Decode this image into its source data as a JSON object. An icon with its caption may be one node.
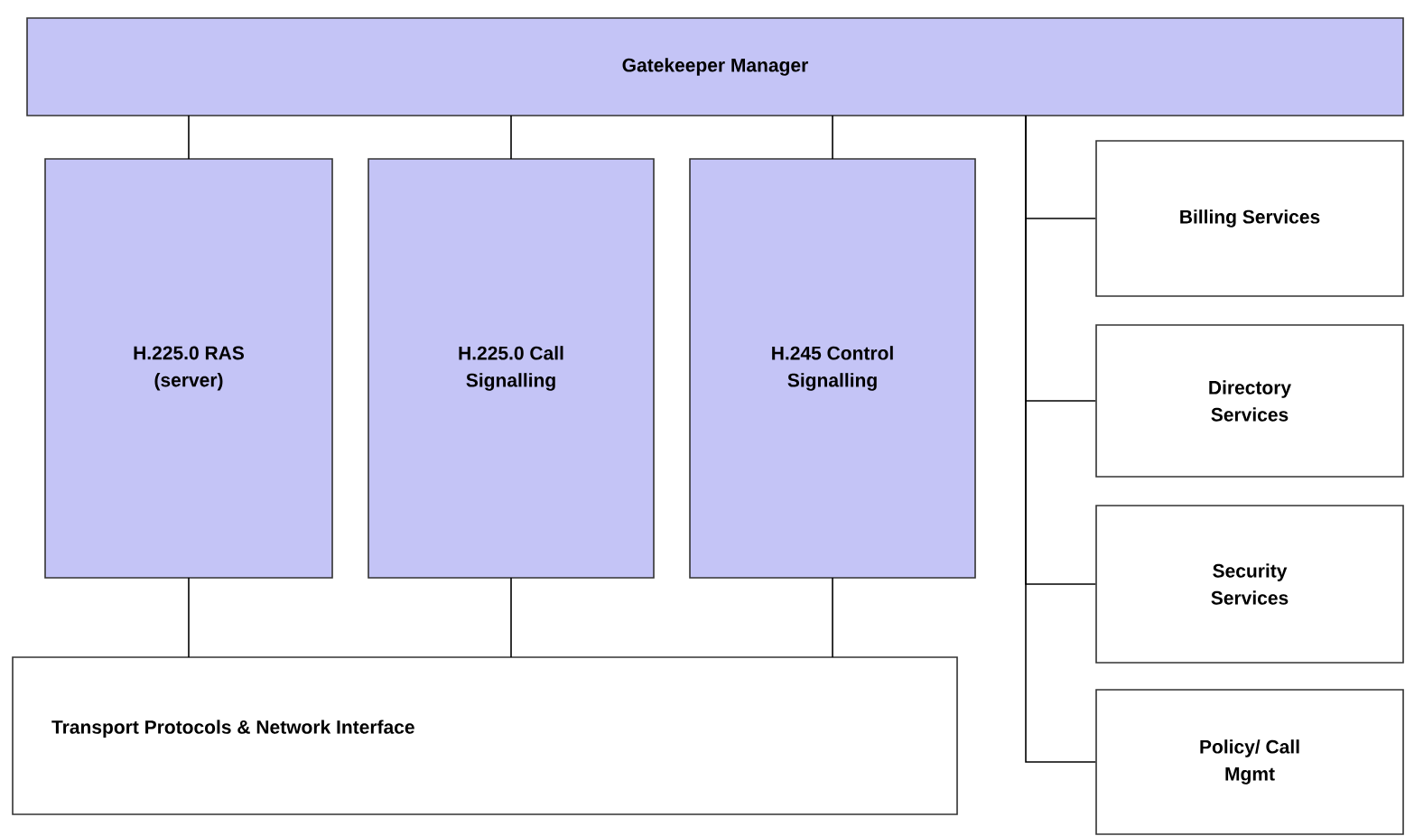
{
  "diagram": {
    "nodes": [
      {
        "text": [
          "Gatekeeper Manager"
        ]
      },
      {
        "text": [
          "H.225.0 RAS (server)"
        ]
      },
      {
        "text": [
          "H.225.0 Call Signalling"
        ]
      },
      {
        "text": [
          "H.245 Control Signalling"
        ]
      },
      {
        "text": [
          "Transport Protocols & Network Interface"
        ]
      },
      {
        "text": [
          "Billing Services"
        ]
      },
      {
        "text": [
          "Directory Services"
        ]
      },
      {
        "text": [
          "Security Services"
        ]
      },
      {
        "text": [
          "Policy/ Call Mgmt"
        ]
      }
    ],
    "edges": [
      {
        "from": 0,
        "to": 1,
        "arrow": "none"
      },
      {
        "from": 0,
        "to": 2,
        "arrow": "none"
      },
      {
        "from": 0,
        "to": 3,
        "arrow": "none"
      },
      {
        "from": 1,
        "to": 4,
        "arrow": "none"
      },
      {
        "from": 2,
        "to": 4,
        "arrow": "none"
      },
      {
        "from": 3,
        "to": 4,
        "arrow": "none"
      },
      {
        "from": 0,
        "to": 5,
        "arrow": "none"
      },
      {
        "from": 0,
        "to": 6,
        "arrow": "none"
      },
      {
        "from": 0,
        "to": 7,
        "arrow": "none"
      },
      {
        "from": 0,
        "to": 8,
        "arrow": "none"
      }
    ]
  }
}
